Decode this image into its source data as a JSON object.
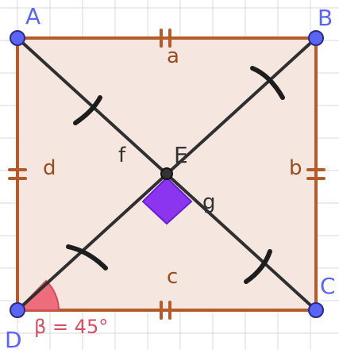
{
  "figure": {
    "points": {
      "A": "A",
      "B": "B",
      "C": "C",
      "D": "D",
      "E": "E"
    },
    "sides": {
      "a": "a",
      "b": "b",
      "c": "c",
      "d": "d"
    },
    "diagonals": {
      "f": "f",
      "g": "g"
    },
    "angle_text": "β = 45°"
  },
  "colors": {
    "grid": "#d9d9d9",
    "square_fill": "#f5e6e0",
    "square_stroke": "#b55a2a",
    "diagonal": "#2f2f2f",
    "tick": "#1d1d1d",
    "point_fill": "#5b65f3",
    "point_stroke": "#2a2a8a",
    "center_point": "#333333",
    "right_angle_fill": "#8c35f0",
    "angle_fill": "#ee6d7d",
    "point_label": "#5b65f3",
    "side_label": "#9a4b1f",
    "diag_label": "#333333",
    "angle_label": "#d74d61"
  }
}
